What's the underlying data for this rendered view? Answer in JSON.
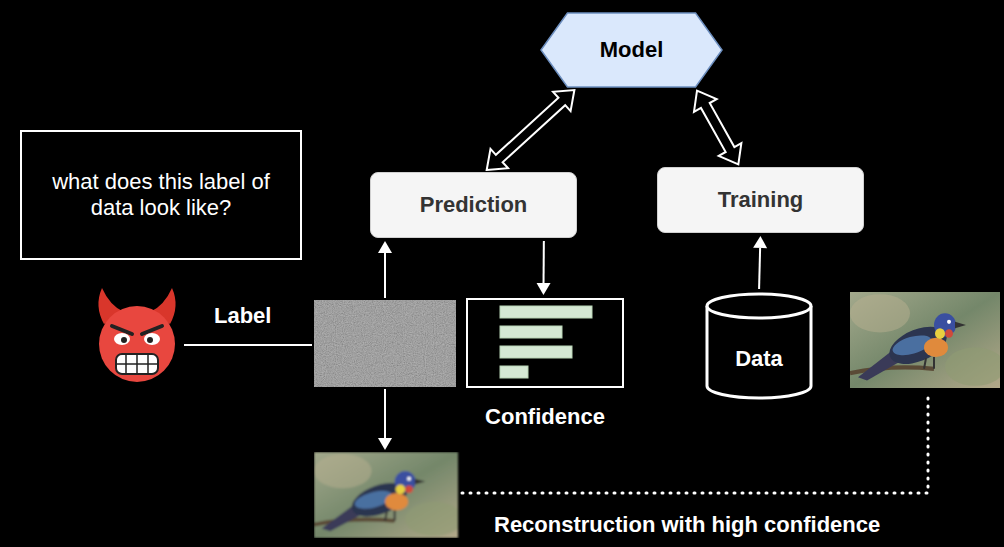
{
  "diagram": {
    "nodes": [
      {
        "text": [
          "what does this label of data look like?"
        ]
      },
      {
        "text": [
          "Model"
        ]
      },
      {
        "text": [
          "Prediction"
        ]
      },
      {
        "text": [
          "Training"
        ]
      },
      {
        "text": [
          "Confidence"
        ]
      },
      {
        "text": [
          "Data"
        ]
      }
    ],
    "edges": [
      {
        "from": 2,
        "to": 1,
        "arrow": "both"
      },
      {
        "from": 3,
        "to": 1,
        "arrow": "both"
      },
      {
        "from": 2,
        "to": 4,
        "arrow": "to"
      },
      {
        "from": 5,
        "to": 3,
        "arrow": "to"
      }
    ],
    "labels": [
      "Label",
      "Reconstruction with high confidence"
    ]
  }
}
